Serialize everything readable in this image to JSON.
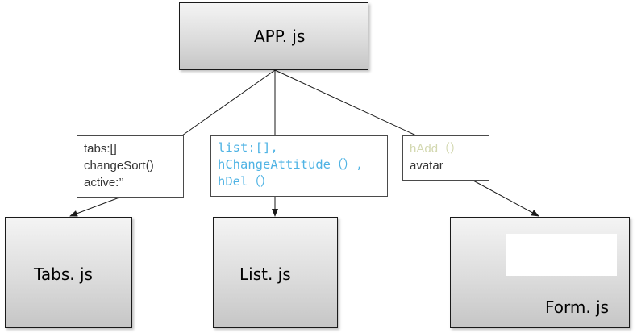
{
  "nodes": {
    "app": {
      "label": "APP. js"
    },
    "tabs": {
      "label": "Tabs. js"
    },
    "list": {
      "label": "List. js"
    },
    "form": {
      "label": "Form. js"
    }
  },
  "notes": {
    "tabs": {
      "lines": [
        "tabs:[]",
        "changeSort()",
        "active:’’"
      ]
    },
    "list": {
      "lines": [
        "list:[],",
        "hChangeAttitude（）,",
        "hDel（）"
      ]
    },
    "form": {
      "lines": [
        "hAdd（）",
        "avatar"
      ]
    }
  },
  "colors": {
    "box_border": "#1a1a1a",
    "box_gradient_top": "#f4f4f4",
    "box_gradient_bottom": "#c6c6c6",
    "line": "#1a1a1a",
    "note_text": "#333333",
    "list_note_text": "#4fb3e4",
    "form_note_highlight": "#d3d8b0"
  }
}
